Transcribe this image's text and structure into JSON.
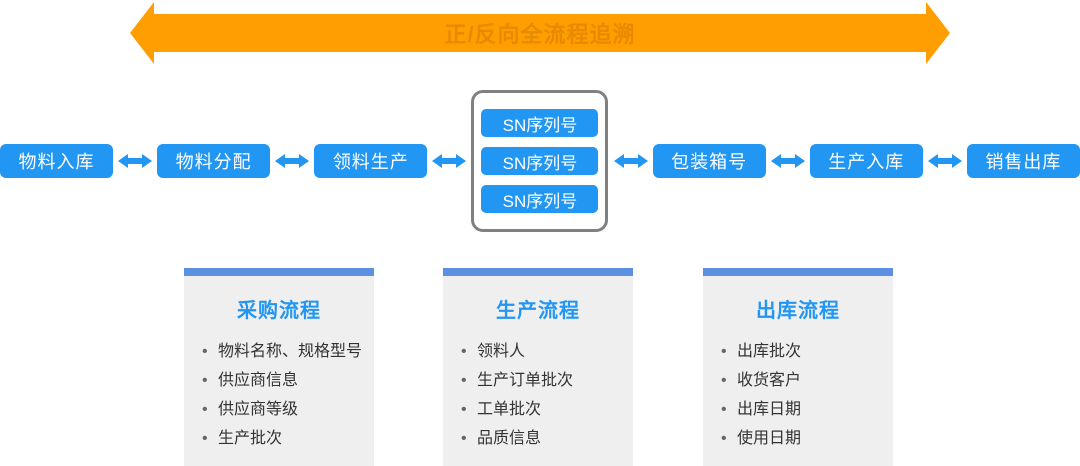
{
  "colors": {
    "flow_box_blue": "#2196f3",
    "arrow_orange": "#ff9e00",
    "arrow_label_orange": "#e78a00",
    "card_bar_blue": "#5c90e2",
    "card_background": "#efefef",
    "card_title_blue": "#2196f3",
    "sn_group_border_gray": "#808080",
    "body_text": "#333333"
  },
  "top_arrow": {
    "label": "正/反向全流程追溯"
  },
  "flow": {
    "labels": [
      "物料入库",
      "物料分配",
      "领料生产",
      "包装箱号",
      "生产入库",
      "销售出库"
    ],
    "sn": [
      "SN序列号",
      "SN序列号",
      "SN序列号"
    ]
  },
  "cards": [
    {
      "title": "采购流程",
      "items": [
        "物料名称、规格型号",
        "供应商信息",
        "供应商等级",
        "生产批次"
      ]
    },
    {
      "title": "生产流程",
      "items": [
        "领料人",
        "生产订单批次",
        "工单批次",
        "品质信息"
      ]
    },
    {
      "title": "出库流程",
      "items": [
        "出库批次",
        "收货客户",
        "出库日期",
        "使用日期"
      ]
    }
  ]
}
